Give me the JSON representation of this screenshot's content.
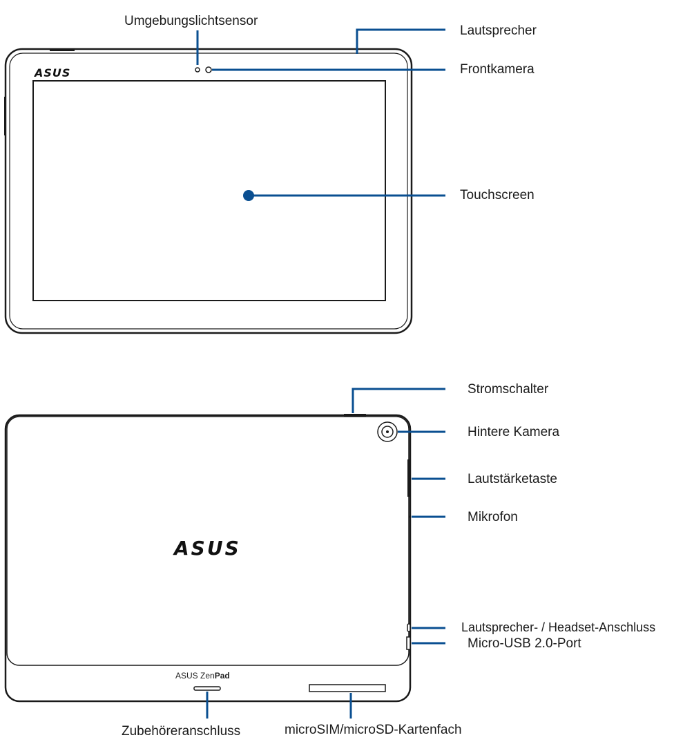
{
  "front": {
    "labels": {
      "ambient_light_sensor": "Umgebungslichtsensor",
      "speaker": "Lautsprecher",
      "front_camera": "Frontkamera",
      "touchscreen": "Touchscreen"
    },
    "logo": "ASUS"
  },
  "back": {
    "labels": {
      "power_switch": "Stromschalter",
      "rear_camera": "Hintere Kamera",
      "volume_key": "Lautstärketaste",
      "microphone": "Mikrofon",
      "headset_jack": "Lautsprecher- / Headset-Anschluss",
      "micro_usb": "Micro-USB 2.0-Port",
      "accessory_connector": "Zubehöreranschluss",
      "card_tray": "microSIM/microSD-Kartenfach"
    },
    "logo": "ASUS",
    "model_brand": "ASUS",
    "model_name_prefix": "Zen",
    "model_name_suffix": "Pad"
  },
  "colors": {
    "callout": "#0a4f91",
    "outline": "#1a1a1a"
  }
}
